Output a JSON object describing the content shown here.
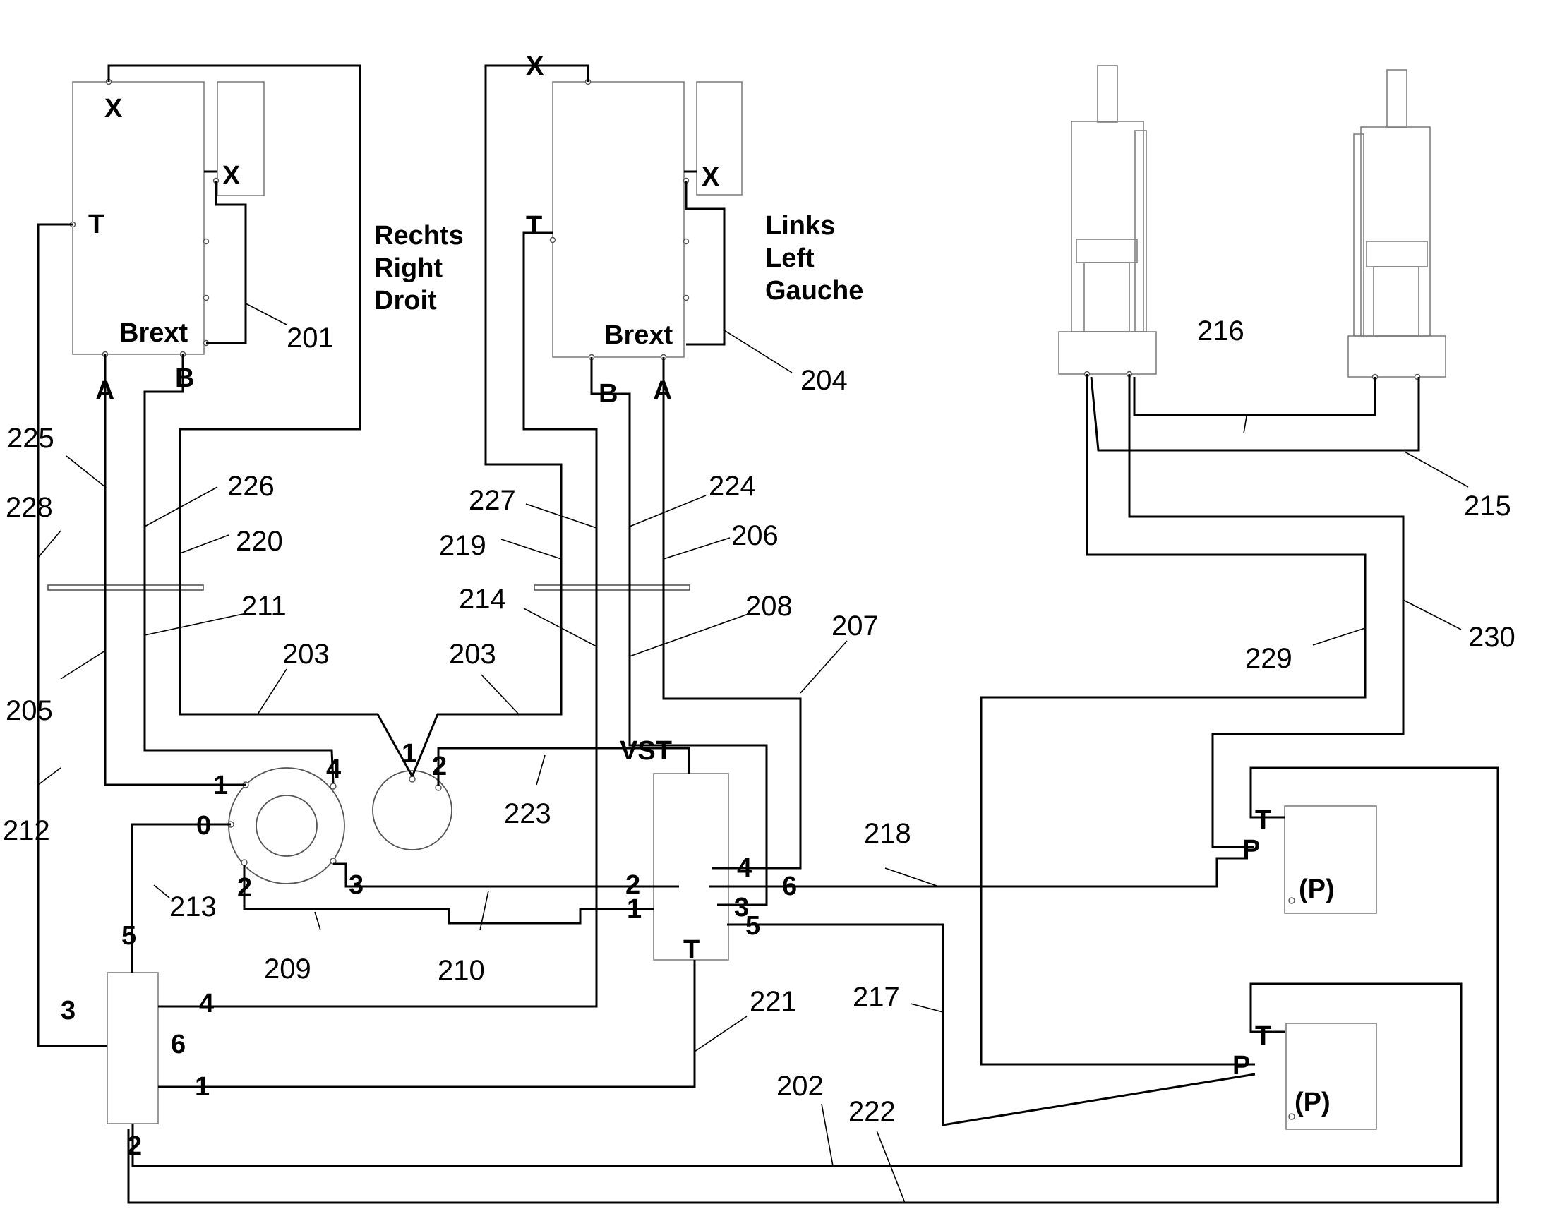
{
  "valve_right": {
    "x_top": "X",
    "x_side": "X",
    "t": "T",
    "brext": "Brext",
    "a": "A",
    "b": "B"
  },
  "valve_left": {
    "x_top": "X",
    "x_side": "X",
    "t": "T",
    "brext": "Brext",
    "a": "A",
    "b": "B"
  },
  "side_right": [
    "Rechts",
    "Right",
    "Droit"
  ],
  "side_left": [
    "Links",
    "Left",
    "Gauche"
  ],
  "selector_left": {
    "p1": "1",
    "p4": "4",
    "p0": "0",
    "p2": "2",
    "p3": "3"
  },
  "selector_right": {
    "p1": "1",
    "p2": "2"
  },
  "vst_valve": {
    "vst": "VST",
    "p4": "4",
    "p6": "6",
    "p2": "2",
    "p3": "3",
    "p1": "1",
    "p5": "5",
    "t": "T"
  },
  "bottom_valve": {
    "p5": "5",
    "p3": "3",
    "p4": "4",
    "p6": "6",
    "p1": "1",
    "p2": "2"
  },
  "pump_upper": {
    "t": "T",
    "p": "P",
    "name": "(P)"
  },
  "pump_lower": {
    "t": "T",
    "p": "P",
    "name": "(P)"
  },
  "refs": {
    "r201": "201",
    "r202": "202",
    "r203a": "203",
    "r203b": "203",
    "r204": "204",
    "r205": "205",
    "r206": "206",
    "r207": "207",
    "r208": "208",
    "r209": "209",
    "r210": "210",
    "r211": "211",
    "r212": "212",
    "r213": "213",
    "r214": "214",
    "r215": "215",
    "r216": "216",
    "r217": "217",
    "r218": "218",
    "r219": "219",
    "r220": "220",
    "r221": "221",
    "r222": "222",
    "r223": "223",
    "r224": "224",
    "r225": "225",
    "r226": "226",
    "r227": "227",
    "r228": "228",
    "r229": "229",
    "r230": "230"
  }
}
